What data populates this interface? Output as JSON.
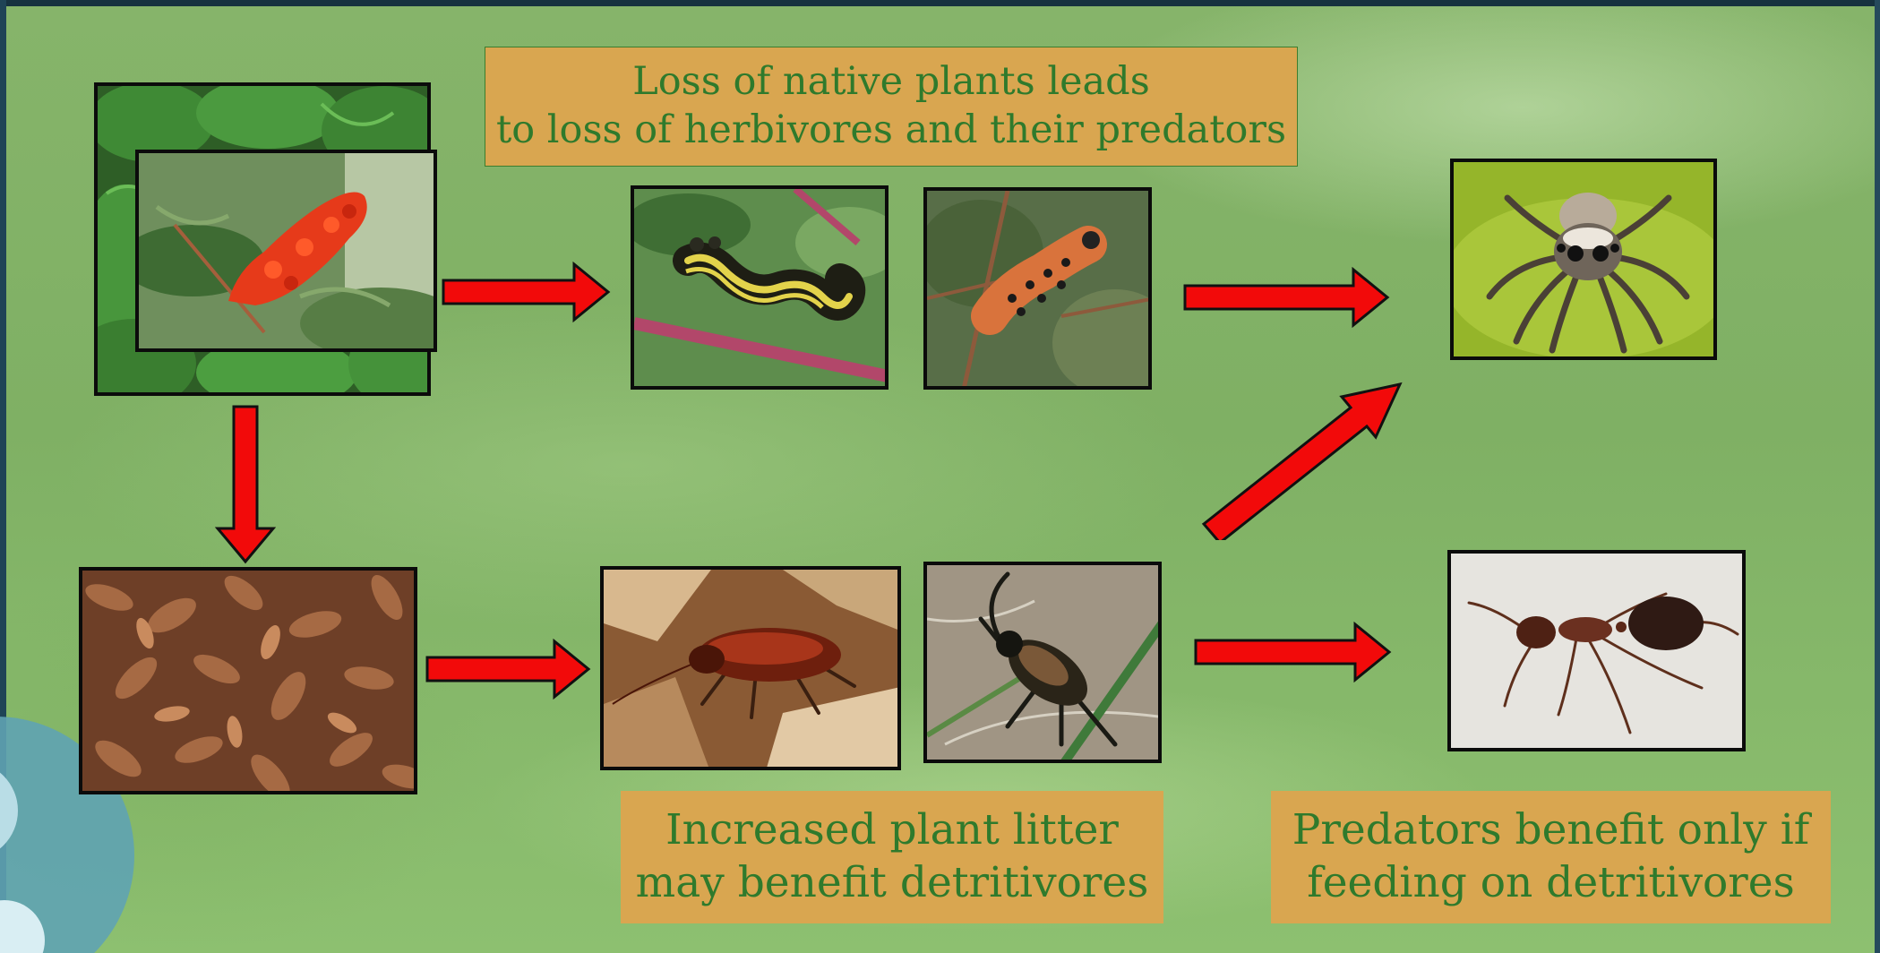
{
  "captions": {
    "top": [
      "Loss of native plants leads",
      "to loss of herbivores and their predators"
    ],
    "middle": [
      "Increased plant litter",
      "may benefit detritivores"
    ],
    "right": [
      "Predators benefit only if",
      "feeding on detritivores"
    ]
  },
  "colors": {
    "caption_bg": "#d9a650",
    "caption_text": "#2f7a2c",
    "arrow_fill": "#f20a0a",
    "frame": "#0b0b0b"
  },
  "photos": [
    {
      "id": "native-plant-foliage",
      "subject": "native plant foliage"
    },
    {
      "id": "sumac-flower",
      "subject": "red sumac flower cluster"
    },
    {
      "id": "striped-caterpillar",
      "subject": "striped caterpillar"
    },
    {
      "id": "spotted-larva",
      "subject": "orange spotted larva"
    },
    {
      "id": "jumping-spider",
      "subject": "jumping spider"
    },
    {
      "id": "leaf-litter",
      "subject": "leaf litter"
    },
    {
      "id": "cockroach",
      "subject": "cockroach"
    },
    {
      "id": "cricket",
      "subject": "cricket"
    },
    {
      "id": "ant",
      "subject": "ant"
    }
  ]
}
